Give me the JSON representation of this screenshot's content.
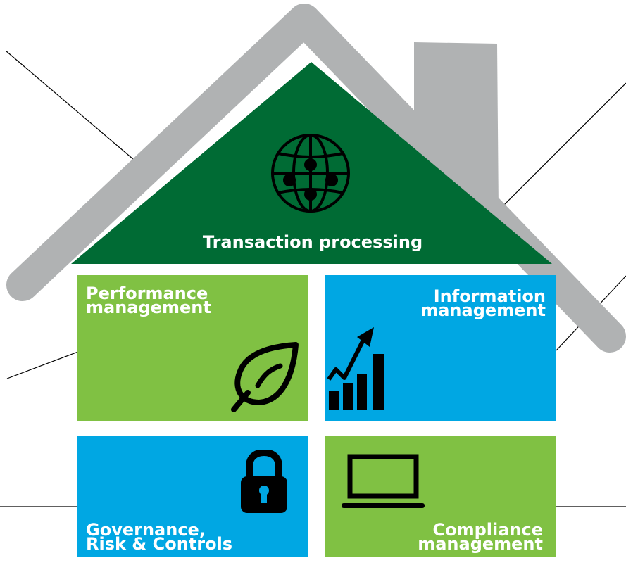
{
  "colors": {
    "roof_frame": "#b0b2b3",
    "roof_fill": "#006b34",
    "green_tile": "#80c143",
    "blue_tile": "#00a7e3",
    "line": "#000000",
    "icon": "#000000",
    "text": "#ffffff"
  },
  "roof": {
    "label": "Transaction processing",
    "icon": "globe-network-icon"
  },
  "tiles": {
    "performance": {
      "label": "Performance\nmanagement",
      "icon": "leaf-icon"
    },
    "information": {
      "label": "Information\nmanagement",
      "icon": "growth-chart-icon"
    },
    "governance": {
      "label": "Governance,\nRisk & Controls",
      "icon": "padlock-icon"
    },
    "compliance": {
      "label": "Compliance\nmanagement",
      "icon": "laptop-icon"
    }
  }
}
